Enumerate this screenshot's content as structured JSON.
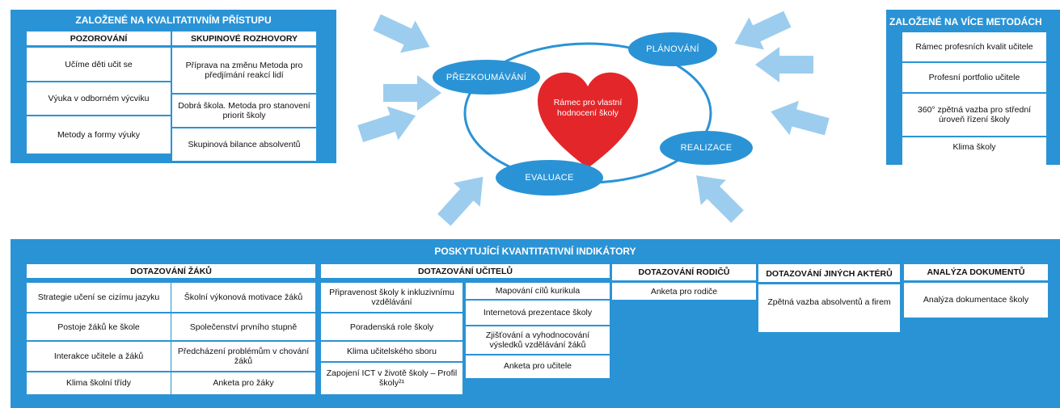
{
  "qual": {
    "title": "ZALOŽENÉ NA KVALITATIVNÍM PŘÍSTUPU",
    "columns": [
      {
        "header": "POZOROVÁNÍ",
        "items": [
          "Učíme děti učit se",
          "Výuka v odborném výcviku",
          "Metody a formy výuky"
        ]
      },
      {
        "header": "SKUPINOVÉ ROZHOVORY",
        "items": [
          "Příprava na změnu Metoda pro předjímání reakcí lidí",
          "Dobrá škola. Metoda pro stanovení priorit školy",
          "Skupinová bilance absolventů"
        ]
      }
    ]
  },
  "multi": {
    "title": "ZALOŽENÉ NA VÍCE METODÁCH",
    "items": [
      "Rámec profesních kvalit učitele",
      "Profesní portfolio učitele",
      "360° zpětná vazba pro střední úroveň řízení školy",
      "Klima školy"
    ]
  },
  "cycle": {
    "center": "Rámec pro vlastní hodnocení školy",
    "stages": [
      "PŘEZKOUMÁVÁNÍ",
      "PLÁNOVÁNÍ",
      "REALIZACE",
      "EVALUACE"
    ]
  },
  "quant": {
    "title": "POSKYTUJÍCÍ KVANTITATIVNÍ INDIKÁTORY",
    "groups": [
      {
        "header": "DOTAZOVÁNÍ ŽÁKŮ",
        "left": [
          "Strategie učení se cizímu jazyku",
          "Postoje žáků ke škole",
          "Interakce učitele a žáků",
          "Klima školní třídy"
        ],
        "right": [
          "Školní výkonová motivace žáků",
          "Společenství prvního stupně",
          "Předcházení problémům v chování žáků",
          "Anketa pro žáky"
        ]
      },
      {
        "header": "DOTAZOVÁNÍ UČITELŮ",
        "left": [
          "Připravenost školy k inkluzivnímu vzdělávání",
          "Poradenská role školy",
          "Klima učitelského sboru",
          "Zapojení ICT v životě školy – Profil školy²¹"
        ],
        "right": [
          "Mapování cílů kurikula",
          "Internetová prezentace školy",
          "Zjišťování a vyhodnocování výsledků vzdělávání žáků",
          "Anketa pro učitele"
        ]
      },
      {
        "header": "DOTAZOVÁNÍ RODIČŮ",
        "items": [
          "Anketa pro rodiče"
        ]
      },
      {
        "header": "DOTAZOVÁNÍ JINÝCH AKTÉRŮ",
        "items": [
          "Zpětná vazba absolventů a firem"
        ]
      },
      {
        "header": "ANALÝZA DOKUMENTŮ",
        "items": [
          "Analýza dokumentace školy"
        ]
      }
    ]
  },
  "colors": {
    "panel": "#2a93d5",
    "arrow": "#9ccdee",
    "heart": "#e3262a"
  }
}
